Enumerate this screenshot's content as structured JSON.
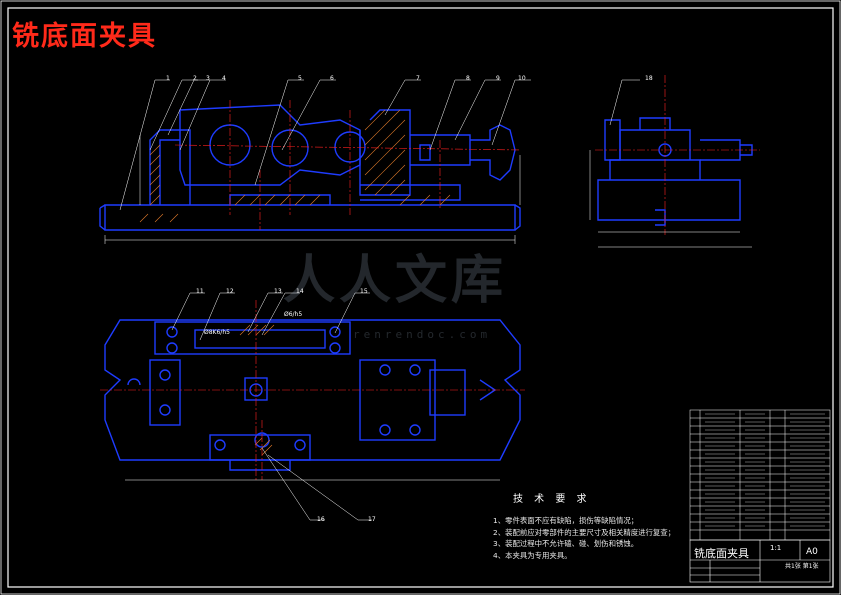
{
  "title": "铣底面夹具",
  "watermark": {
    "text": "人人文库",
    "url": "renrendoc.com"
  },
  "tech_requirements": {
    "heading": "技 术 要 求",
    "lines": [
      "1、零件表面不应有缺陷，损伤等缺陷情况；",
      "2、装配前应对零部件的主要尺寸及相关精度进行复查；",
      "3、装配过程中不允许磕、碰、划伤和锈蚀。",
      "4、本夹具为专用夹具。"
    ]
  },
  "title_block": {
    "name": "铣底面夹具",
    "sheet_size": "A0",
    "scale": "1:1",
    "org": "共1张 第1张"
  },
  "fits": {
    "fit_a": "Ø8K6/h5",
    "fit_b": "Ø6/h5"
  },
  "balloons_top": [
    "1",
    "2",
    "3",
    "4",
    "5",
    "6",
    "7",
    "8",
    "9",
    "10"
  ],
  "balloon_side": "18",
  "balloons_plan": [
    "11",
    "12",
    "13",
    "14",
    "15"
  ],
  "balloons_bottom": [
    "16",
    "17"
  ],
  "colors": {
    "background": "#000000",
    "outline": "#1e3cff",
    "hatch": "#e07b2a",
    "centerline": "#ff2020",
    "leader": "#ffffff",
    "title": "#ff2a1a"
  }
}
